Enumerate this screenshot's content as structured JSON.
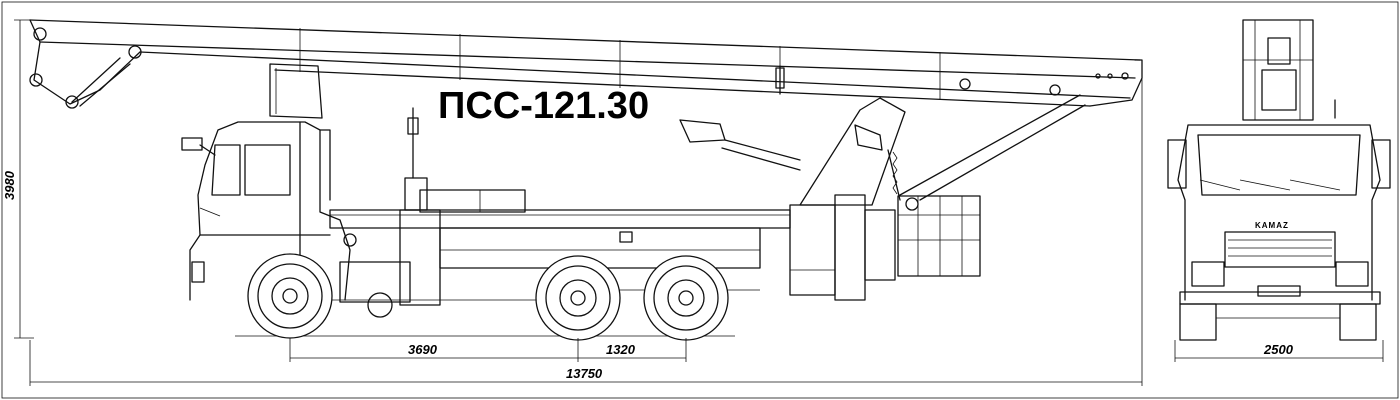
{
  "diagram": {
    "model_title": "ПСС-121.30",
    "brand_logo": "KAMAZ",
    "dimensions": {
      "overall_height": "3980",
      "axle_front_to_bogie": "3690",
      "bogie_spacing": "1320",
      "overall_length": "13750",
      "overall_width": "2500"
    }
  }
}
